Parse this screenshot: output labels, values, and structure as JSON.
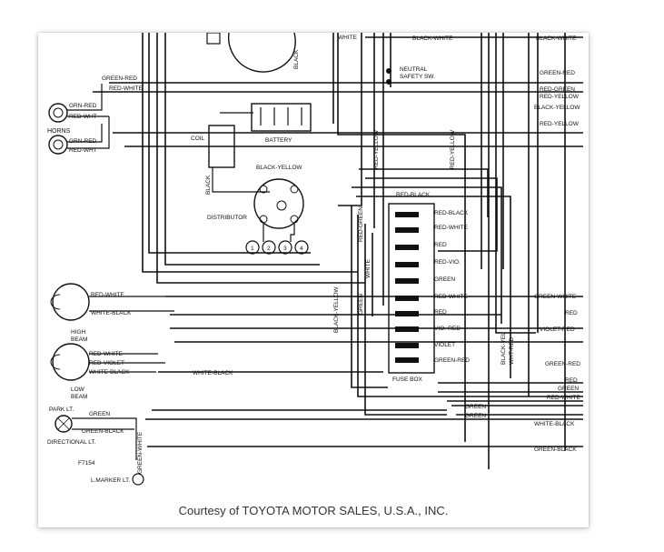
{
  "caption": "Courtesy of TOYOTA MOTOR SALES, U.S.A., INC.",
  "diagram_code": "F7154",
  "components": {
    "horns": "HORNS",
    "coil": "COIL",
    "battery": "BATTERY",
    "distributor": "DISTRIBUTOR",
    "neutral_safety": [
      "NEUTRAL",
      "SAFETY SW."
    ],
    "fuse_box": "FUSE BOX",
    "high_beam": [
      "HIGH",
      "BEAM"
    ],
    "low_beam": [
      "LOW",
      "BEAM"
    ],
    "park_lt": "PARK LT.",
    "directional_lt": "DIRECTIONAL LT.",
    "marker_lt": "L.MARKER LT."
  },
  "distributor_terminals": [
    "1",
    "2",
    "3",
    "4"
  ],
  "wire_labels": {
    "horn_top": [
      "GRN-RED",
      "RED-WHT"
    ],
    "horn_bottom": [
      "GRN-RED",
      "RED-WHT"
    ],
    "top_left": [
      "GREEN-RED",
      "RED-WHITE"
    ],
    "white": "WHITE",
    "black_white_top": "BLACK-WHITE",
    "black": "BLACK",
    "black_yellow": "BLACK-YELLOW",
    "black_dist": "BLACK",
    "red_black": "RED-BLACK",
    "red_green_vert": "RED-GREEN",
    "red_yellow_vert": "RED-YELLOW",
    "black_yellow_vert": "BLACK-YELLOW",
    "green_vert": "GREEN",
    "white_vert": "WHITE",
    "red_yellow_vert2": "RED-YELLOW",
    "black_yel_vert": "BLACK-YEL",
    "wht_red_vert": "WHT-RED",
    "green_white_vert": "GREEN-WHITE",
    "headlamp": [
      "RED-WHITE",
      "WHITE-BLACK",
      "RED-WHITE",
      "RED-VIOLET",
      "WHITE-BLACK",
      "WHITE-BLACK"
    ],
    "park": [
      "GREEN",
      "GREEN-BLACK"
    ]
  },
  "fuse_labels": [
    "RED-BLACK",
    "RED-WHITE",
    "RED",
    "RED-VIO.",
    "GREEN",
    "RED-WHITE",
    "RED",
    "VIO.-RED",
    "VIOLET",
    "GREEN-RED"
  ],
  "right_edge_labels": [
    "BLACK-WHITE",
    "GREEN-RED",
    "RED-GREEN",
    "RED-YELLOW",
    "BLACK-YELLOW",
    "RED-YELLOW",
    "GREEN-WHITE",
    "RED",
    "VIOLET-RED",
    "GREEN-RED",
    "RED",
    "GREEN",
    "RED-WHITE",
    "GREEN",
    "GREEN",
    "WHITE-BLACK",
    "GREEN-BLACK"
  ]
}
